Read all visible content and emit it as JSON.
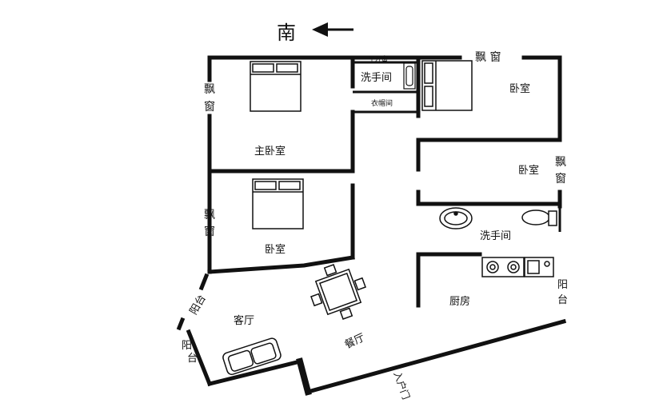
{
  "compass": {
    "label": "南"
  },
  "rooms": {
    "master_bedroom": "主卧室",
    "bedroom_left": "卧室",
    "bedroom_top_right": "卧室",
    "bedroom_mid_right": "卧室",
    "bathroom_top": "洗手间",
    "bathroom_right": "洗手间",
    "closet": "衣帽间",
    "kitchen": "厨房",
    "living_room": "客厅",
    "dining_room": "餐厅"
  },
  "windows": {
    "bay_master": [
      "飘",
      "窗"
    ],
    "bay_left_bedroom": [
      "飘",
      "窗"
    ],
    "bay_top_right": "飘 窗",
    "bay_mid_right": [
      "飘",
      "窗"
    ],
    "casement": "平开窗"
  },
  "balconies": {
    "kitchen": [
      "阳",
      "台"
    ],
    "living_upper": "阳台",
    "living_lower": [
      "阳",
      "台"
    ]
  },
  "entrance": "入户门"
}
